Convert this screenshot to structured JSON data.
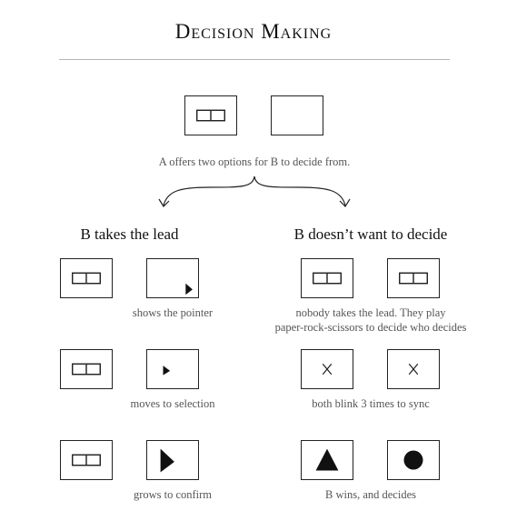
{
  "title": "Decision Making",
  "intro_caption": "A offers two options for B to decide from.",
  "left": {
    "heading": "B takes the lead",
    "steps": [
      {
        "caption": "shows the pointer"
      },
      {
        "caption": "moves to selection"
      },
      {
        "caption": "grows to confirm"
      }
    ]
  },
  "right": {
    "heading": "B doesn’t want to decide",
    "steps": [
      {
        "caption_line1": "nobody takes the lead. They play",
        "caption_line2": "paper-rock-scissors to decide who decides"
      },
      {
        "caption": "both blink 3 times to sync"
      },
      {
        "caption": "B wins, and decides"
      }
    ]
  },
  "colors": {
    "stroke": "#222222",
    "caption": "#555555",
    "rule": "#b5b5b5"
  }
}
